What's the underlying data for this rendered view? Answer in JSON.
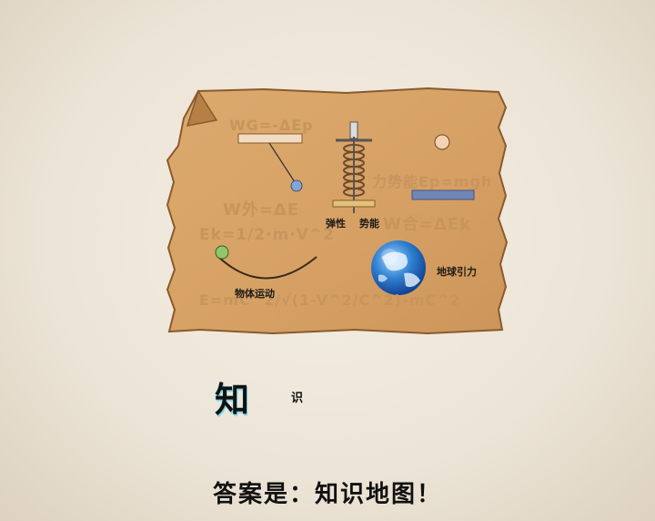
{
  "formulas": {
    "wg": "WG=-ΔEp",
    "wout": "W外=ΔE",
    "ek": "Ek=1/2·m·V^2",
    "ep": "力势能Ep=mgh",
    "wsum": "W合=ΔEk",
    "emc": "E=mC^2/√(1-V^2/C^2)-mC^2"
  },
  "labels": {
    "spring_left": "弹性",
    "spring_right": "势能",
    "object_motion": "物体运动",
    "gravity": "地球引力"
  },
  "title_chars": {
    "big": "知",
    "small": "识"
  },
  "answer": "答案是：知识地图！",
  "colors": {
    "paper": "#d9a468",
    "ink": "#c7955c",
    "accent_bar": "#6f87b8"
  }
}
